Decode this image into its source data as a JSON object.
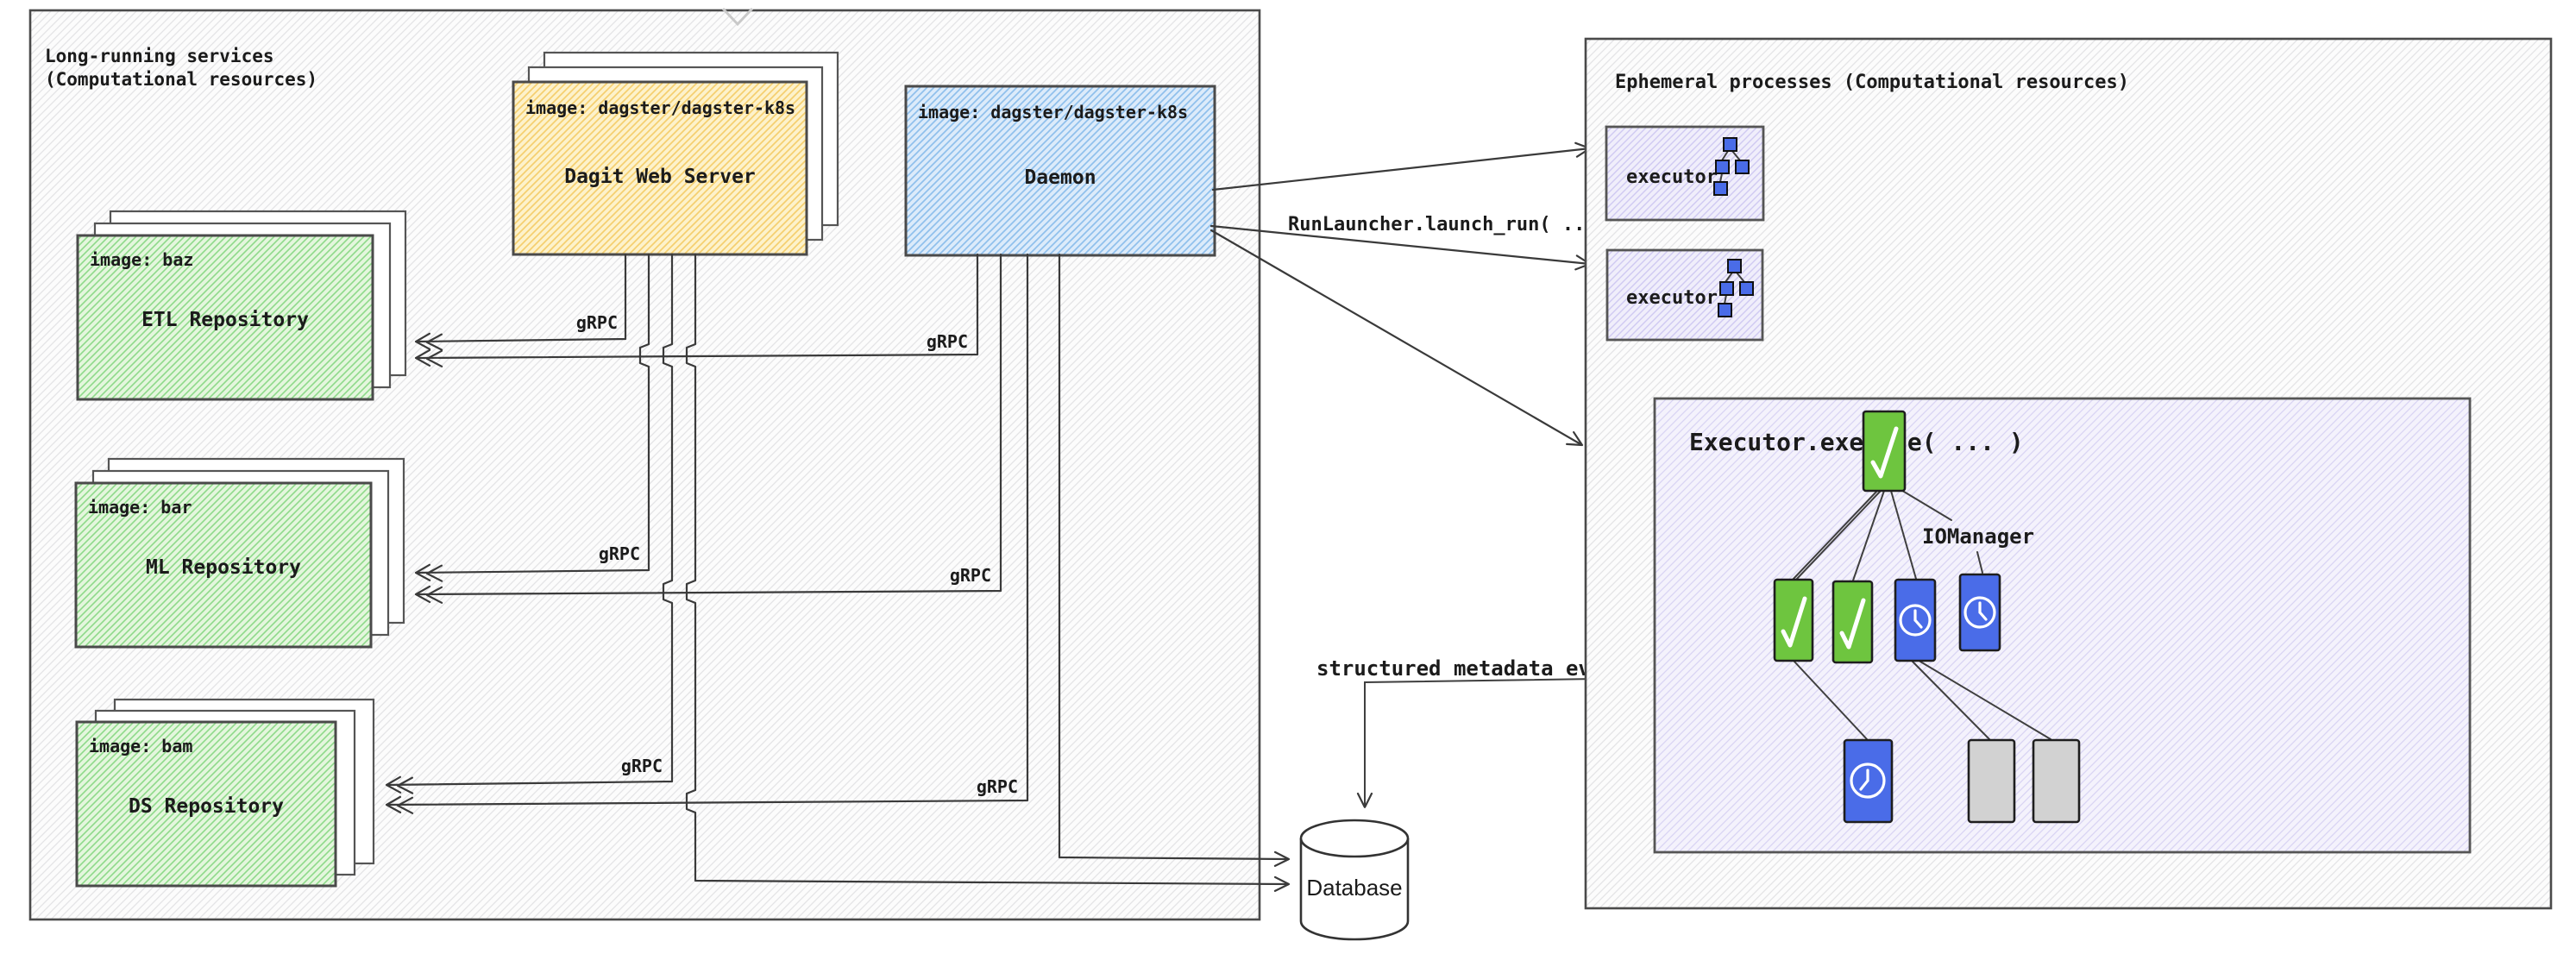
{
  "left": {
    "title1": "Long-running services",
    "title2": "(Computational resources)"
  },
  "dagit": {
    "image_label": "image: dagster/dagster-k8s",
    "name": "Dagit Web Server"
  },
  "daemon": {
    "image_label": "image: dagster/dagster-k8s",
    "name": "Daemon"
  },
  "repos": [
    {
      "image_label": "image: baz",
      "name": "ETL Repository"
    },
    {
      "image_label": "image: bar",
      "name": "ML Repository"
    },
    {
      "image_label": "image: bam",
      "name": "DS Repository"
    }
  ],
  "labels": {
    "grpc": "gRPC",
    "run_launcher": "RunLauncher.launch_run( ... )",
    "metadata_events": "structured metadata events",
    "database": "Database",
    "executor": "executor",
    "executor_execute": "Executor.execute( ... )",
    "iomanager": "IOManager"
  },
  "right": {
    "title": "Ephemeral processes (Computational resources)"
  },
  "colors": {
    "yellow_fill": "#FBE7A6",
    "blue_fill": "#C9E0F6",
    "green_fill": "#D4F0CC",
    "lavender_fill": "#ECEAFA",
    "purple_fill": "#F1EFFB",
    "node_green": "#6EC53F",
    "node_blue": "#4A6CE8",
    "node_gray": "#D2D2D2",
    "line": "#3A3A3A"
  }
}
